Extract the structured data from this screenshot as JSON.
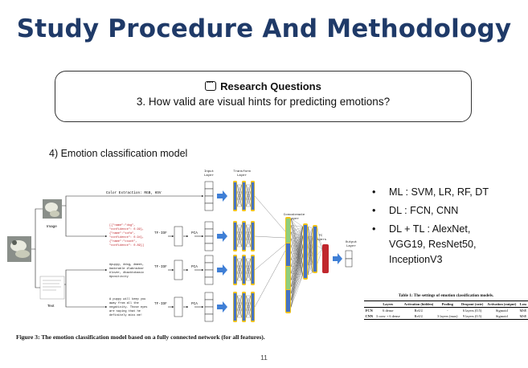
{
  "slide": {
    "title": "Study Procedure And Methodology",
    "page_number": "11"
  },
  "research_box": {
    "icon": "speech-bubble-icon",
    "heading": "Research Questions",
    "question": "3. How valid are visual hints for predicting emotions?"
  },
  "model_heading": "4) Emotion classification model",
  "diagram": {
    "labels": {
      "input_layer": [
        "Input",
        "Layer"
      ],
      "transform_layer": [
        "Transform",
        "Layer"
      ],
      "concatenate_layer": [
        "Concatenate",
        "Layer"
      ],
      "fc_layers": [
        "FC",
        "Layers"
      ],
      "output_layer": [
        "Output",
        "Layer"
      ],
      "image": "Image",
      "text": "Text"
    },
    "color_extraction": "Color Extraction: RGB, HSV",
    "json_snippet": [
      "[{\"name\":\"dog\",",
      " \"confidence\": 0.99},",
      " {\"name\":\"sofa\",",
      " \"confidence\": 0.94},",
      " {\"name\":\"couch\",",
      " \"confidence\": 0.89}]"
    ],
    "hashtag_snippet": [
      "#puppy, #dog, #meet,",
      "#adorable #labradoor",
      "#lover, #backtobasic",
      "#positivity"
    ],
    "caption_snippet": [
      "A puppy will keep you",
      "away from all the",
      "negativity. Those eyes",
      "are saying that he",
      "definitely miss me!"
    ],
    "tfidf": "TF-IDF",
    "pca": "PCA"
  },
  "bullets": [
    "ML : SVM, LR, RF, DT",
    "DL : FCN, CNN",
    "DL + TL : AlexNet,",
    "VGG19, ResNet50,",
    "InceptionV3"
  ],
  "table": {
    "caption": "Table 1: The settings of emotion classification models.",
    "headers": [
      "",
      "Layers",
      "Activation (hidden)",
      "Pooling",
      "Dropout (rate)",
      "Activation (output)",
      "Loss"
    ],
    "rows": [
      [
        "FCN",
        "6 dense",
        "ReLU",
        "-",
        "6 layers (0.5)",
        "Sigmoid",
        "MSE"
      ],
      [
        "CNN",
        "3 conv + 6 dense",
        "ReLU",
        "3 layers (max)",
        "9 layers (0.5)",
        "Sigmoid",
        "MSE"
      ]
    ]
  },
  "figure_caption": "Figure 3: The emotion classification model based on a fully connected network (for all features).",
  "colors": {
    "title": "#1f3a68",
    "arrow": "#3f7fd6",
    "node_blue": "#4472c4",
    "node_green": "#8fce7e",
    "node_yellow": "#f2c418",
    "node_red": "#c0272d"
  }
}
